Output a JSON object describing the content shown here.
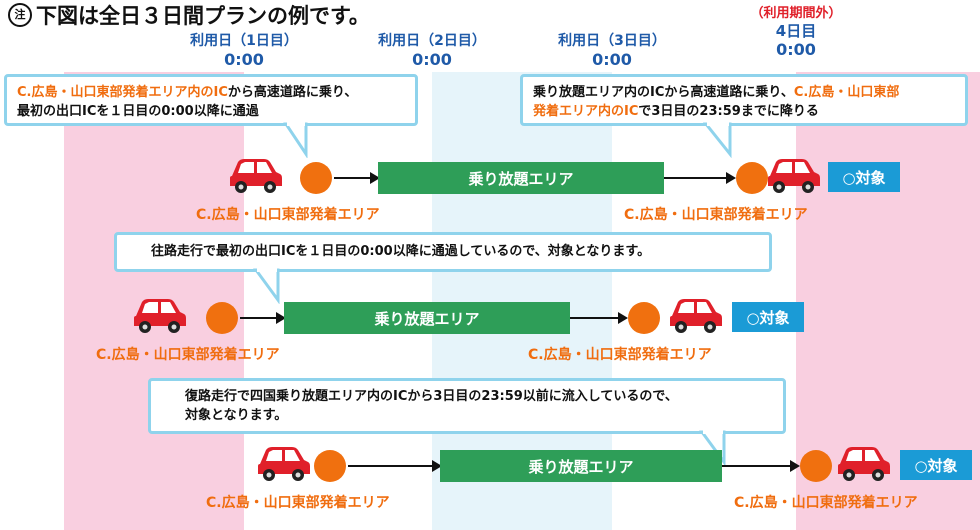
{
  "title": {
    "mark": "注",
    "text": "下図は全日３日間プランの例です。"
  },
  "days": [
    {
      "label": "利用日（1日目）",
      "time": "0:00"
    },
    {
      "label": "利用日（2日目）",
      "time": "0:00"
    },
    {
      "label": "利用日（3日目）",
      "time": "0:00"
    },
    {
      "label": "4日目",
      "time": "0:00",
      "note": "（利用期間外）"
    }
  ],
  "rows": [
    {
      "callout_left": {
        "orange": "C.広島・山口東部発着エリア内のIC",
        "line1_rest": "から高速道路に乗り、",
        "line2": "最初の出口ICを１日目の0:00以降に通過"
      },
      "callout_right": {
        "line1": "乗り放題エリア内のICから高速道路に乗り、",
        "line1_orange": "C.広島・山口東部",
        "line2_orange": "発着エリア内のIC",
        "line2_rest": "で3日目の23:59までに降りる"
      },
      "zone": "乗り放題エリア",
      "tag": "○対象",
      "area_left": "C.広島・山口東部発着エリア",
      "area_right": "C.広島・山口東部発着エリア"
    },
    {
      "callout": "往路走行で最初の出口ICを１日目の0:00以降に通過しているので、対象となります。",
      "zone": "乗り放題エリア",
      "tag": "○対象",
      "area_left": "C.広島・山口東部発着エリア",
      "area_right": "C.広島・山口東部発着エリア"
    },
    {
      "callout_line1": "復路走行で四国乗り放題エリア内のICから3日目の23:59以前に流入しているので、",
      "callout_line2": "対象となります。",
      "zone": "乗り放題エリア",
      "tag": "○対象",
      "area_left": "C.広島・山口東部発着エリア",
      "area_right": "C.広島・山口東部発着エリア"
    }
  ],
  "colors": {
    "outside_band": "#f9cfe0",
    "alt_band": "#e6f4fa",
    "zone": "#2e9e58",
    "tag": "#1b9bd6",
    "accent_orange": "#f06d0f",
    "car_red": "#e0202a",
    "day_blue": "#1f5aa8"
  }
}
